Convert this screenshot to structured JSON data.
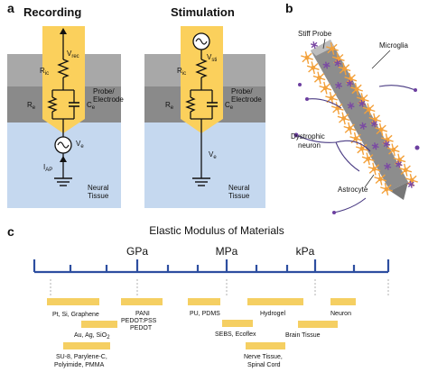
{
  "panels": {
    "a": {
      "label": "a",
      "recording": {
        "title": "Recording",
        "v_rec": "V",
        "v_rec_sub": "rec",
        "r_ic": "R",
        "r_ic_sub": "ic",
        "r_e": "R",
        "r_e_sub": "e",
        "c_e": "C",
        "c_e_sub": "e",
        "v_e": "V",
        "v_e_sub": "e",
        "i_ap": "I",
        "i_ap_sub": "AP",
        "region_probe_1": "Probe/",
        "region_probe_2": "Electrode",
        "region_tissue_1": "Neural",
        "region_tissue_2": "Tissue"
      },
      "stimulation": {
        "title": "Stimulation",
        "v_sti": "V",
        "v_sti_sub": "sti",
        "r_ic": "R",
        "r_ic_sub": "ic",
        "r_e": "R",
        "r_e_sub": "e",
        "c_e": "C",
        "c_e_sub": "e",
        "v_e": "V",
        "v_e_sub": "e",
        "region_probe_1": "Probe/",
        "region_probe_2": "Electrode",
        "region_tissue_1": "Neural",
        "region_tissue_2": "Tissue"
      }
    },
    "b": {
      "label": "b",
      "stiff_probe": "Stiff Probe",
      "microglia": "Microglia",
      "dystrophic_1": "Dystrophic",
      "dystrophic_2": "neuron",
      "astrocyte": "Astrocyte"
    },
    "c": {
      "label": "c",
      "title": "Elastic Modulus of Materials",
      "units": [
        "GPa",
        "MPa",
        "kPa"
      ],
      "materials": [
        [
          "Pt, Si, Graphene"
        ],
        [
          "Au, Ag, SiO",
          "2"
        ],
        [
          "SU-8, Parylene-C,",
          "Polyimide, PMMA"
        ],
        [
          "PANI",
          "PEDOT:PSS",
          "PEDOT"
        ],
        [
          "PU, PDMS"
        ],
        [
          "SEBS, Ecoflex"
        ],
        [
          "Nerve Tissue,",
          "Spinal Cord"
        ],
        [
          "Hydrogel"
        ],
        [
          "Brain Tissue"
        ],
        [
          "Neuron"
        ]
      ]
    }
  },
  "colors": {
    "probe_yellow": "#fbd05c",
    "probe_layer": "#a8a8a8",
    "electrode_layer": "#8a8a8a",
    "tissue_blue": "#c5d8ef",
    "scale_blue": "#2d4ea0",
    "material_bar": "#f5cf62",
    "astrocyte": "#f3a13b",
    "microglia": "#7b4aa3",
    "probe_body": "#8d8d8d"
  }
}
